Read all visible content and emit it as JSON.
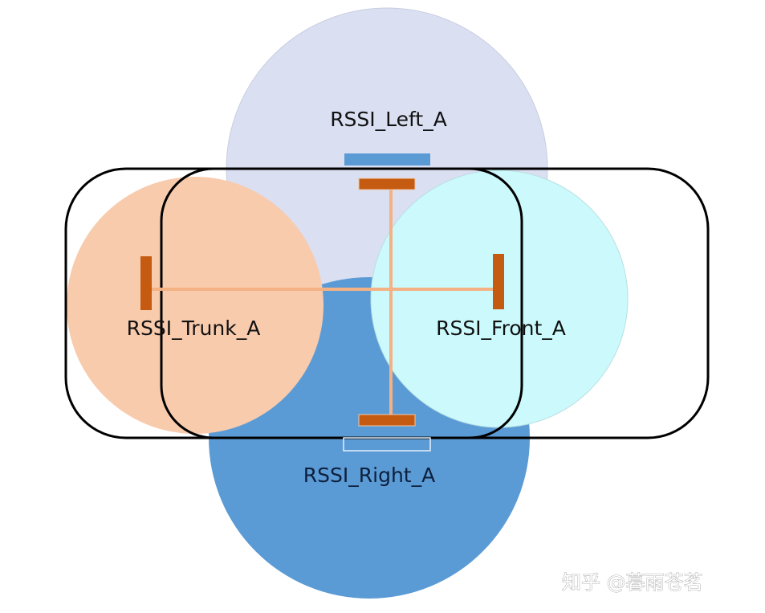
{
  "diagram": {
    "title": "",
    "zones": [
      {
        "id": "left",
        "label": "RSSI_Left_A",
        "color": "#DADFF2"
      },
      {
        "id": "right",
        "label": "RSSI_Right_A",
        "color": "#5B9BD5"
      },
      {
        "id": "trunk",
        "label": "RSSI_Trunk_A",
        "color": "#F8CBAD"
      },
      {
        "id": "front",
        "label": "RSSI_Front_A",
        "color": "#CCFAFC"
      }
    ],
    "antenna_color": "#C55A11",
    "connector_color": "#F4B183",
    "marker_blue_color": "#5B9BD5",
    "outline_color": "#000000"
  },
  "watermark": {
    "text": "知乎 @暮雨苍茗"
  }
}
